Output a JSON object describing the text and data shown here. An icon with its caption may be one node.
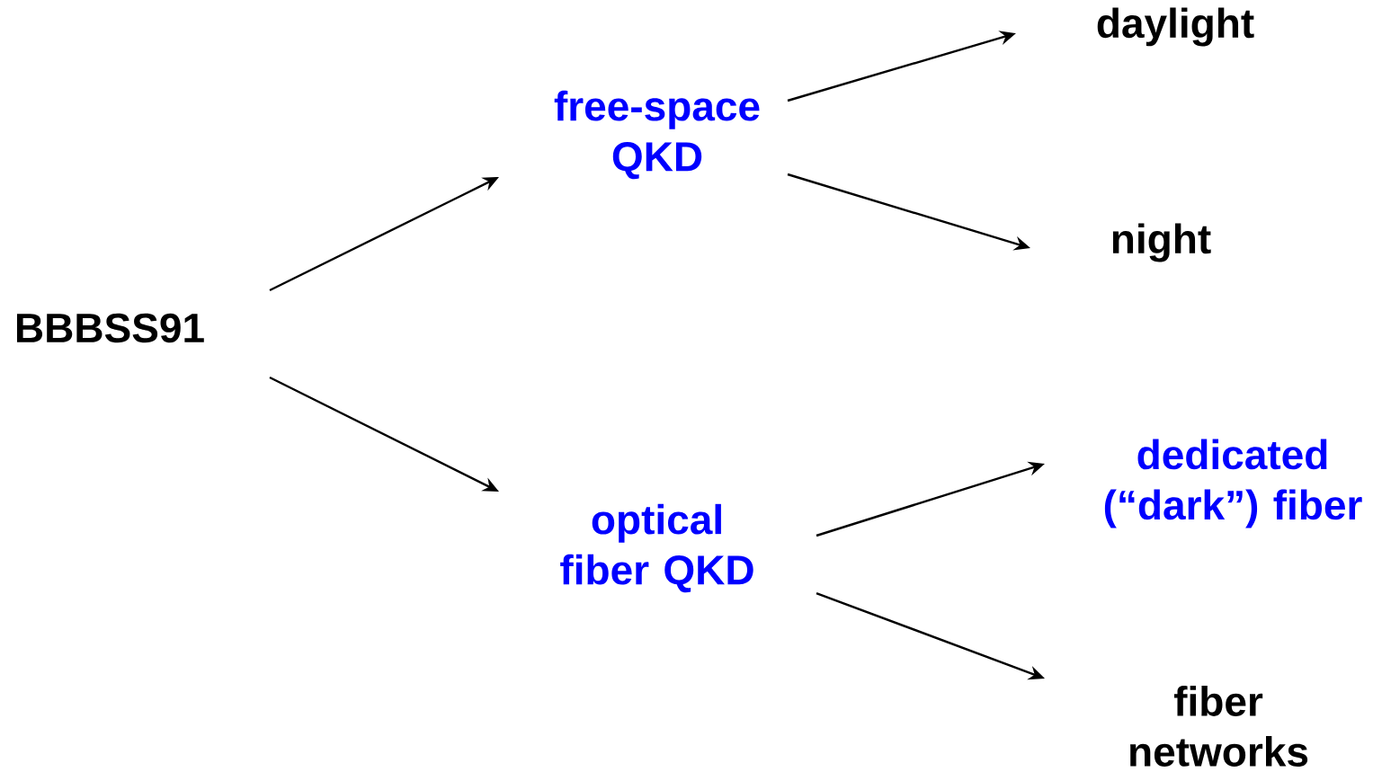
{
  "diagram": {
    "nodes": [
      {
        "text": [
          "BBBSS91"
        ]
      },
      {
        "text": [
          "free-space QKD"
        ]
      },
      {
        "text": [
          "optical fiber QKD"
        ]
      },
      {
        "text": [
          "daylight"
        ]
      },
      {
        "text": [
          "night"
        ]
      },
      {
        "text": [
          "dedicated (“dark”) fiber"
        ]
      },
      {
        "text": [
          "fiber networks"
        ]
      }
    ],
    "edges": [
      {
        "from": 0,
        "to": 1,
        "arrow": "to"
      },
      {
        "from": 0,
        "to": 2,
        "arrow": "to"
      },
      {
        "from": 1,
        "to": 3,
        "arrow": "to"
      },
      {
        "from": 1,
        "to": 4,
        "arrow": "to"
      },
      {
        "from": 2,
        "to": 5,
        "arrow": "to"
      },
      {
        "from": 2,
        "to": 6,
        "arrow": "to"
      }
    ]
  }
}
